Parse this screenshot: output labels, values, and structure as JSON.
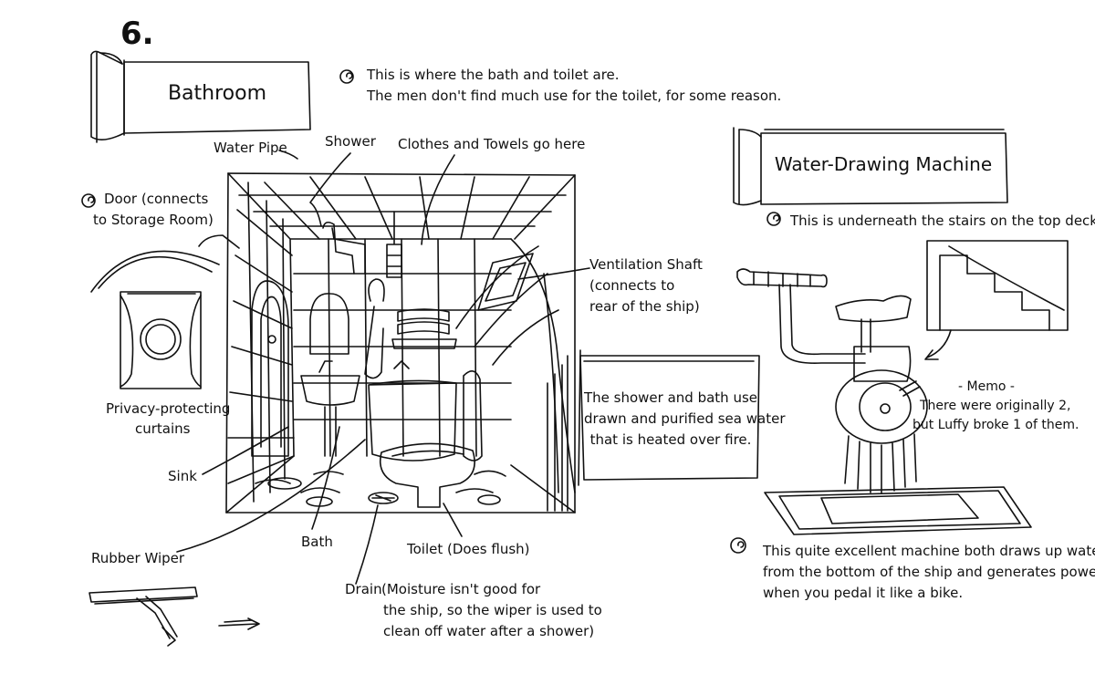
{
  "page_number": "6.",
  "bathroom": {
    "title": "Bathroom",
    "note": [
      "This is where the bath and toilet are.",
      "The men don't find much use for the toilet, for some reason."
    ],
    "labels": {
      "water_pipe": "Water Pipe",
      "shower": "Shower",
      "clothes": "Clothes and Towels go here",
      "door": [
        "Door (connects",
        "to Storage Room)"
      ],
      "vent": [
        "Ventilation Shaft",
        "(connects to",
        "rear of the ship)"
      ],
      "privacy": [
        "Privacy-protecting",
        "curtains"
      ],
      "sink": "Sink",
      "rubber_wiper": "Rubber Wiper",
      "bath": "Bath",
      "toilet": "Toilet (Does flush)",
      "drain": "Drain",
      "drain_note": [
        "(Moisture isn't good for",
        "the ship, so the wiper is used to",
        "clean off water after a shower)"
      ]
    },
    "water_box": [
      "The shower and bath use",
      "drawn and purified sea water",
      "that is heated over fire."
    ]
  },
  "machine": {
    "title": "Water-Drawing Machine",
    "location": "This is underneath the stairs on the top deck.",
    "memo": [
      "- Memo -",
      "There were originally 2,",
      "but Luffy broke 1 of them."
    ],
    "description": [
      "This quite excellent machine both draws up water",
      "from the bottom of the ship and generates power",
      "when you pedal it like a bike."
    ]
  }
}
